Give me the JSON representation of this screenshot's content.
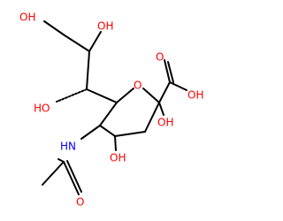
{
  "colors": {
    "oxygen": "#FF0000",
    "nitrogen": "#0000FF",
    "carbon": "#000000",
    "background": "#FFFFFF"
  },
  "atoms": [
    {
      "id": "oh_top",
      "label": "OH",
      "element": "O"
    },
    {
      "id": "oh_upper_mid",
      "label": "OH",
      "element": "O"
    },
    {
      "id": "ho_left",
      "label": "HO",
      "element": "O"
    },
    {
      "id": "ring_o",
      "label": "O",
      "element": "O"
    },
    {
      "id": "carboxyl_o",
      "label": "O",
      "element": "O"
    },
    {
      "id": "carboxyl_oh",
      "label": "OH",
      "element": "O"
    },
    {
      "id": "ring_oh",
      "label": "OH",
      "element": "O"
    },
    {
      "id": "nh",
      "label": "HN",
      "element": "N"
    },
    {
      "id": "ring_oh_lower",
      "label": "OH",
      "element": "O"
    },
    {
      "id": "acetyl_o",
      "label": "O",
      "element": "O"
    }
  ]
}
